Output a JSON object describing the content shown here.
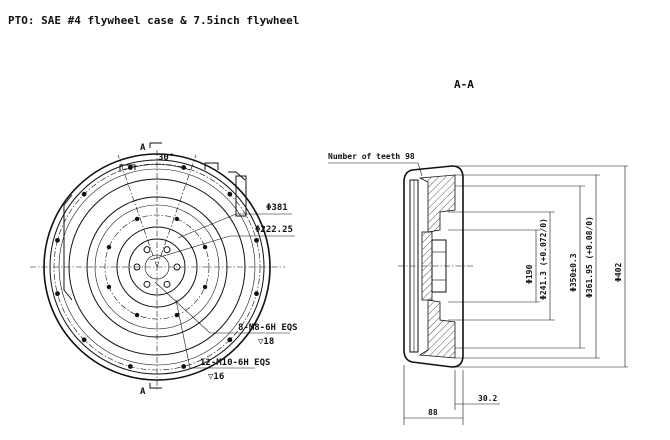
{
  "title": "PTO: SAE #4 flywheel case & 7.5inch flywheel",
  "section_label": "A-A",
  "front_view": {
    "section_mark_top": "A",
    "section_mark_bottom": "A",
    "angle": "30°",
    "diam_outer": "Φ381",
    "diam_inner": "Φ222.25",
    "thread_8": "8-M8-6H EQS",
    "depth_8": "▽18",
    "thread_12": "12-M10-6H EQS",
    "depth_12": "▽16"
  },
  "section_view": {
    "teeth": "Number of teeth 98",
    "d190": "Φ190",
    "d241": "Φ241.3 (+0.072/0)",
    "d350": "Φ350±0.3",
    "d361": "Φ361.95 (+0.08/0)",
    "d402": "Φ402",
    "len_88": "88",
    "len_30": "30.2"
  }
}
